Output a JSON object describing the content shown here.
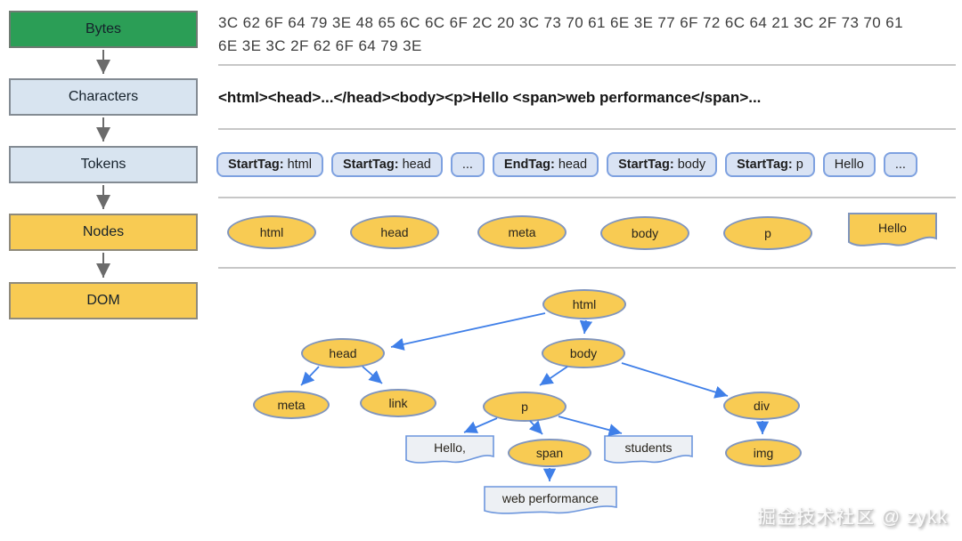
{
  "pipeline": {
    "stages": [
      {
        "label": "Bytes"
      },
      {
        "label": "Characters"
      },
      {
        "label": "Tokens"
      },
      {
        "label": "Nodes"
      },
      {
        "label": "DOM"
      }
    ]
  },
  "bytes_row": {
    "hex_text": "3C 62 6F 64 79 3E 48 65 6C 6C 6F 2C 20 3C 73 70 61 6E 3E 77 6F 72 6C 64 21 3C 2F 73 70 61 6E 3E 3C 2F 62 6F 64 79 3E"
  },
  "characters_row": {
    "markup_text": "<html><head>...</head><body><p>Hello <span>web performance</span>..."
  },
  "tokens_row": {
    "items": [
      {
        "tag": "StartTag:",
        "value": "html"
      },
      {
        "tag": "StartTag:",
        "value": "head"
      },
      {
        "tag": "",
        "value": "..."
      },
      {
        "tag": "EndTag:",
        "value": "head"
      },
      {
        "tag": "StartTag:",
        "value": "body"
      },
      {
        "tag": "StartTag:",
        "value": "p"
      },
      {
        "tag": "",
        "value": "Hello"
      },
      {
        "tag": "",
        "value": "..."
      }
    ]
  },
  "nodes_row": {
    "items": [
      "html",
      "head",
      "meta",
      "body",
      "p",
      "Hello"
    ]
  },
  "dom_tree": {
    "nodes": [
      {
        "label": "html"
      },
      {
        "label": "head"
      },
      {
        "label": "body"
      },
      {
        "label": "meta"
      },
      {
        "label": "link"
      },
      {
        "label": "p"
      },
      {
        "label": "div"
      },
      {
        "label": "Hello,"
      },
      {
        "label": "span"
      },
      {
        "label": "students"
      },
      {
        "label": "img"
      },
      {
        "label": "web performance"
      }
    ]
  },
  "watermark": {
    "text": "掘金技术社区 @ zykk"
  },
  "colors": {
    "stage_green": "#2B9E56",
    "stage_blue_fill": "#D8E4F0",
    "node_yellow": "#F8CB53",
    "token_fill": "#D9E3F4",
    "token_border": "#7EA1E0",
    "ellipse_border": "#8095BE",
    "tree_arrow_blue": "#3F7FE8",
    "pipeline_arrow_gray": "#6B6B6B",
    "doc_fill": "#EDF0F4"
  }
}
